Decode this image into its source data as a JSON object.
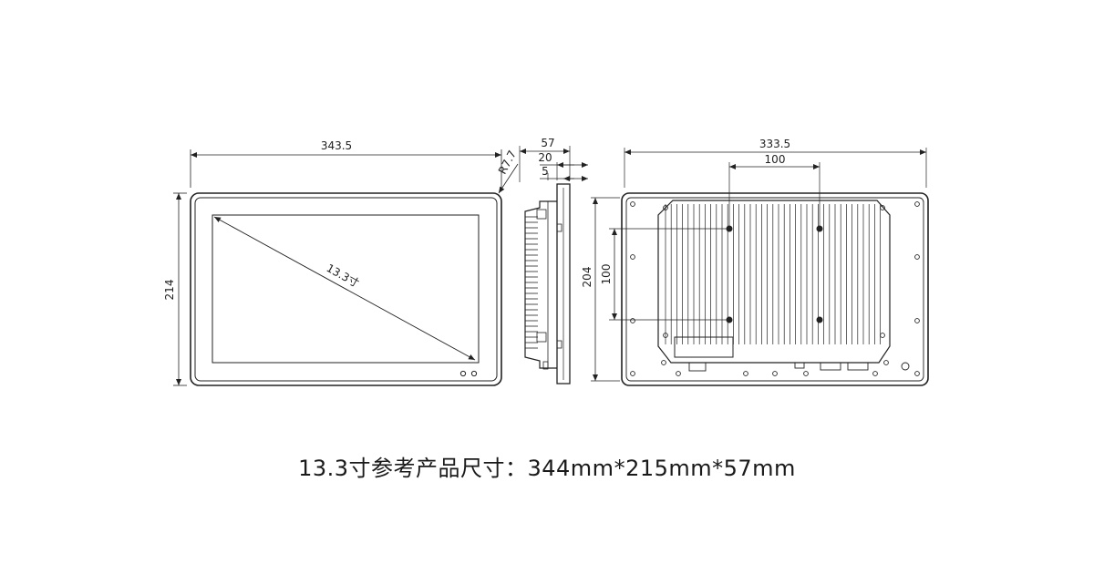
{
  "front_view": {
    "width_label": "343.5",
    "height_label": "214",
    "radius_label": "R7.7",
    "diagonal_label": "13.3寸"
  },
  "side_view": {
    "depth_label": "57",
    "bezel_label": "20",
    "panel_label": "5"
  },
  "back_view": {
    "width_label": "333.5",
    "height_label": "204",
    "vesa_h_label": "100",
    "vesa_v_label": "100"
  },
  "caption": "13.3寸参考产品尺寸：344mm*215mm*57mm"
}
